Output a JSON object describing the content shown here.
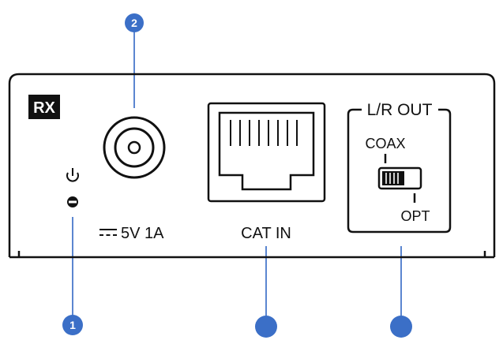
{
  "panel": {
    "badge": "RX",
    "power_input_label": "5V 1A",
    "cat_input_label": "CAT IN",
    "lr_out_title": "L/R OUT",
    "switch_top_label": "COAX",
    "switch_bottom_label": "OPT"
  },
  "callouts": [
    {
      "number": "1"
    },
    {
      "number": "2"
    },
    {
      "number": ""
    },
    {
      "number": ""
    }
  ],
  "colors": {
    "outline": "#111111",
    "callout_fill": "#3b6fc7",
    "callout_line": "#5b86d0"
  },
  "icons": [
    "power-icon",
    "led-indicator-icon",
    "dc-symbol-icon",
    "rj45-port-icon",
    "slide-switch-icon"
  ]
}
